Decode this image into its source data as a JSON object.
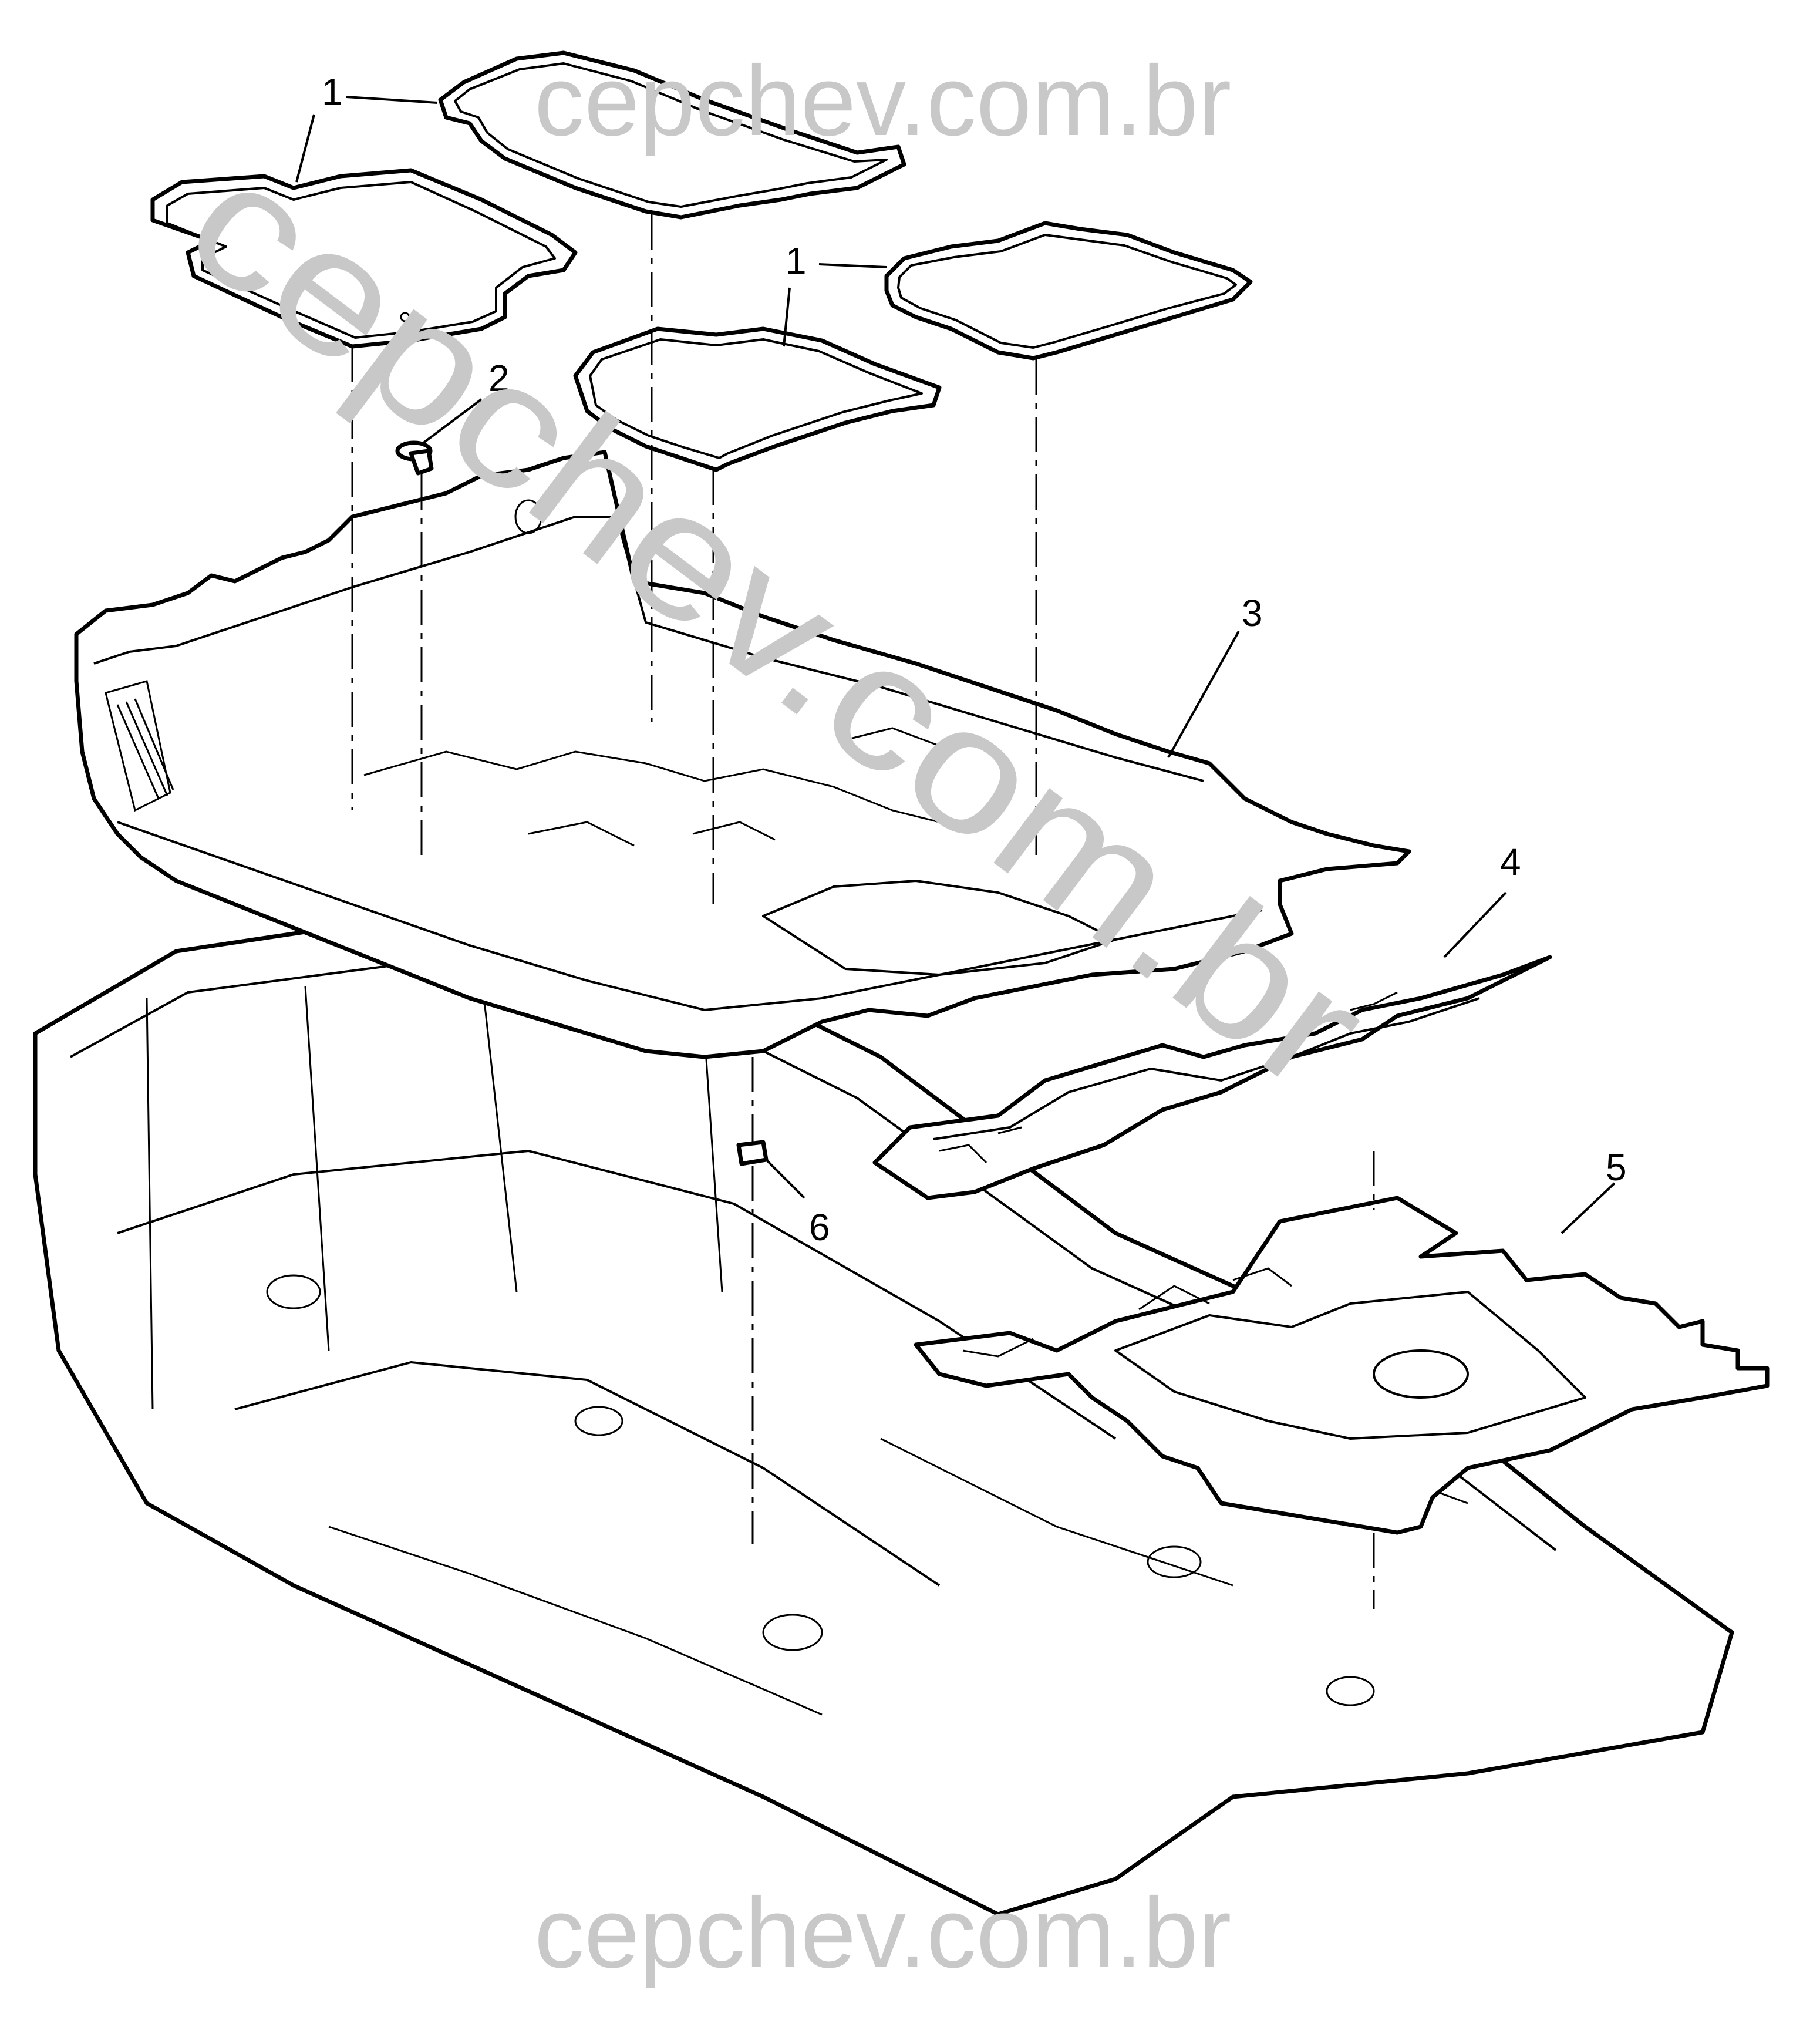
{
  "watermark": {
    "top": "cepchev.com.br",
    "diagonal": "cepchev.com.br",
    "bottom": "cepchev.com.br"
  },
  "callouts": [
    {
      "id": "1a",
      "label": "1"
    },
    {
      "id": "1b",
      "label": "1"
    },
    {
      "id": "2",
      "label": "2"
    },
    {
      "id": "3",
      "label": "3"
    },
    {
      "id": "4",
      "label": "4"
    },
    {
      "id": "5",
      "label": "5"
    },
    {
      "id": "6",
      "label": "6"
    }
  ]
}
